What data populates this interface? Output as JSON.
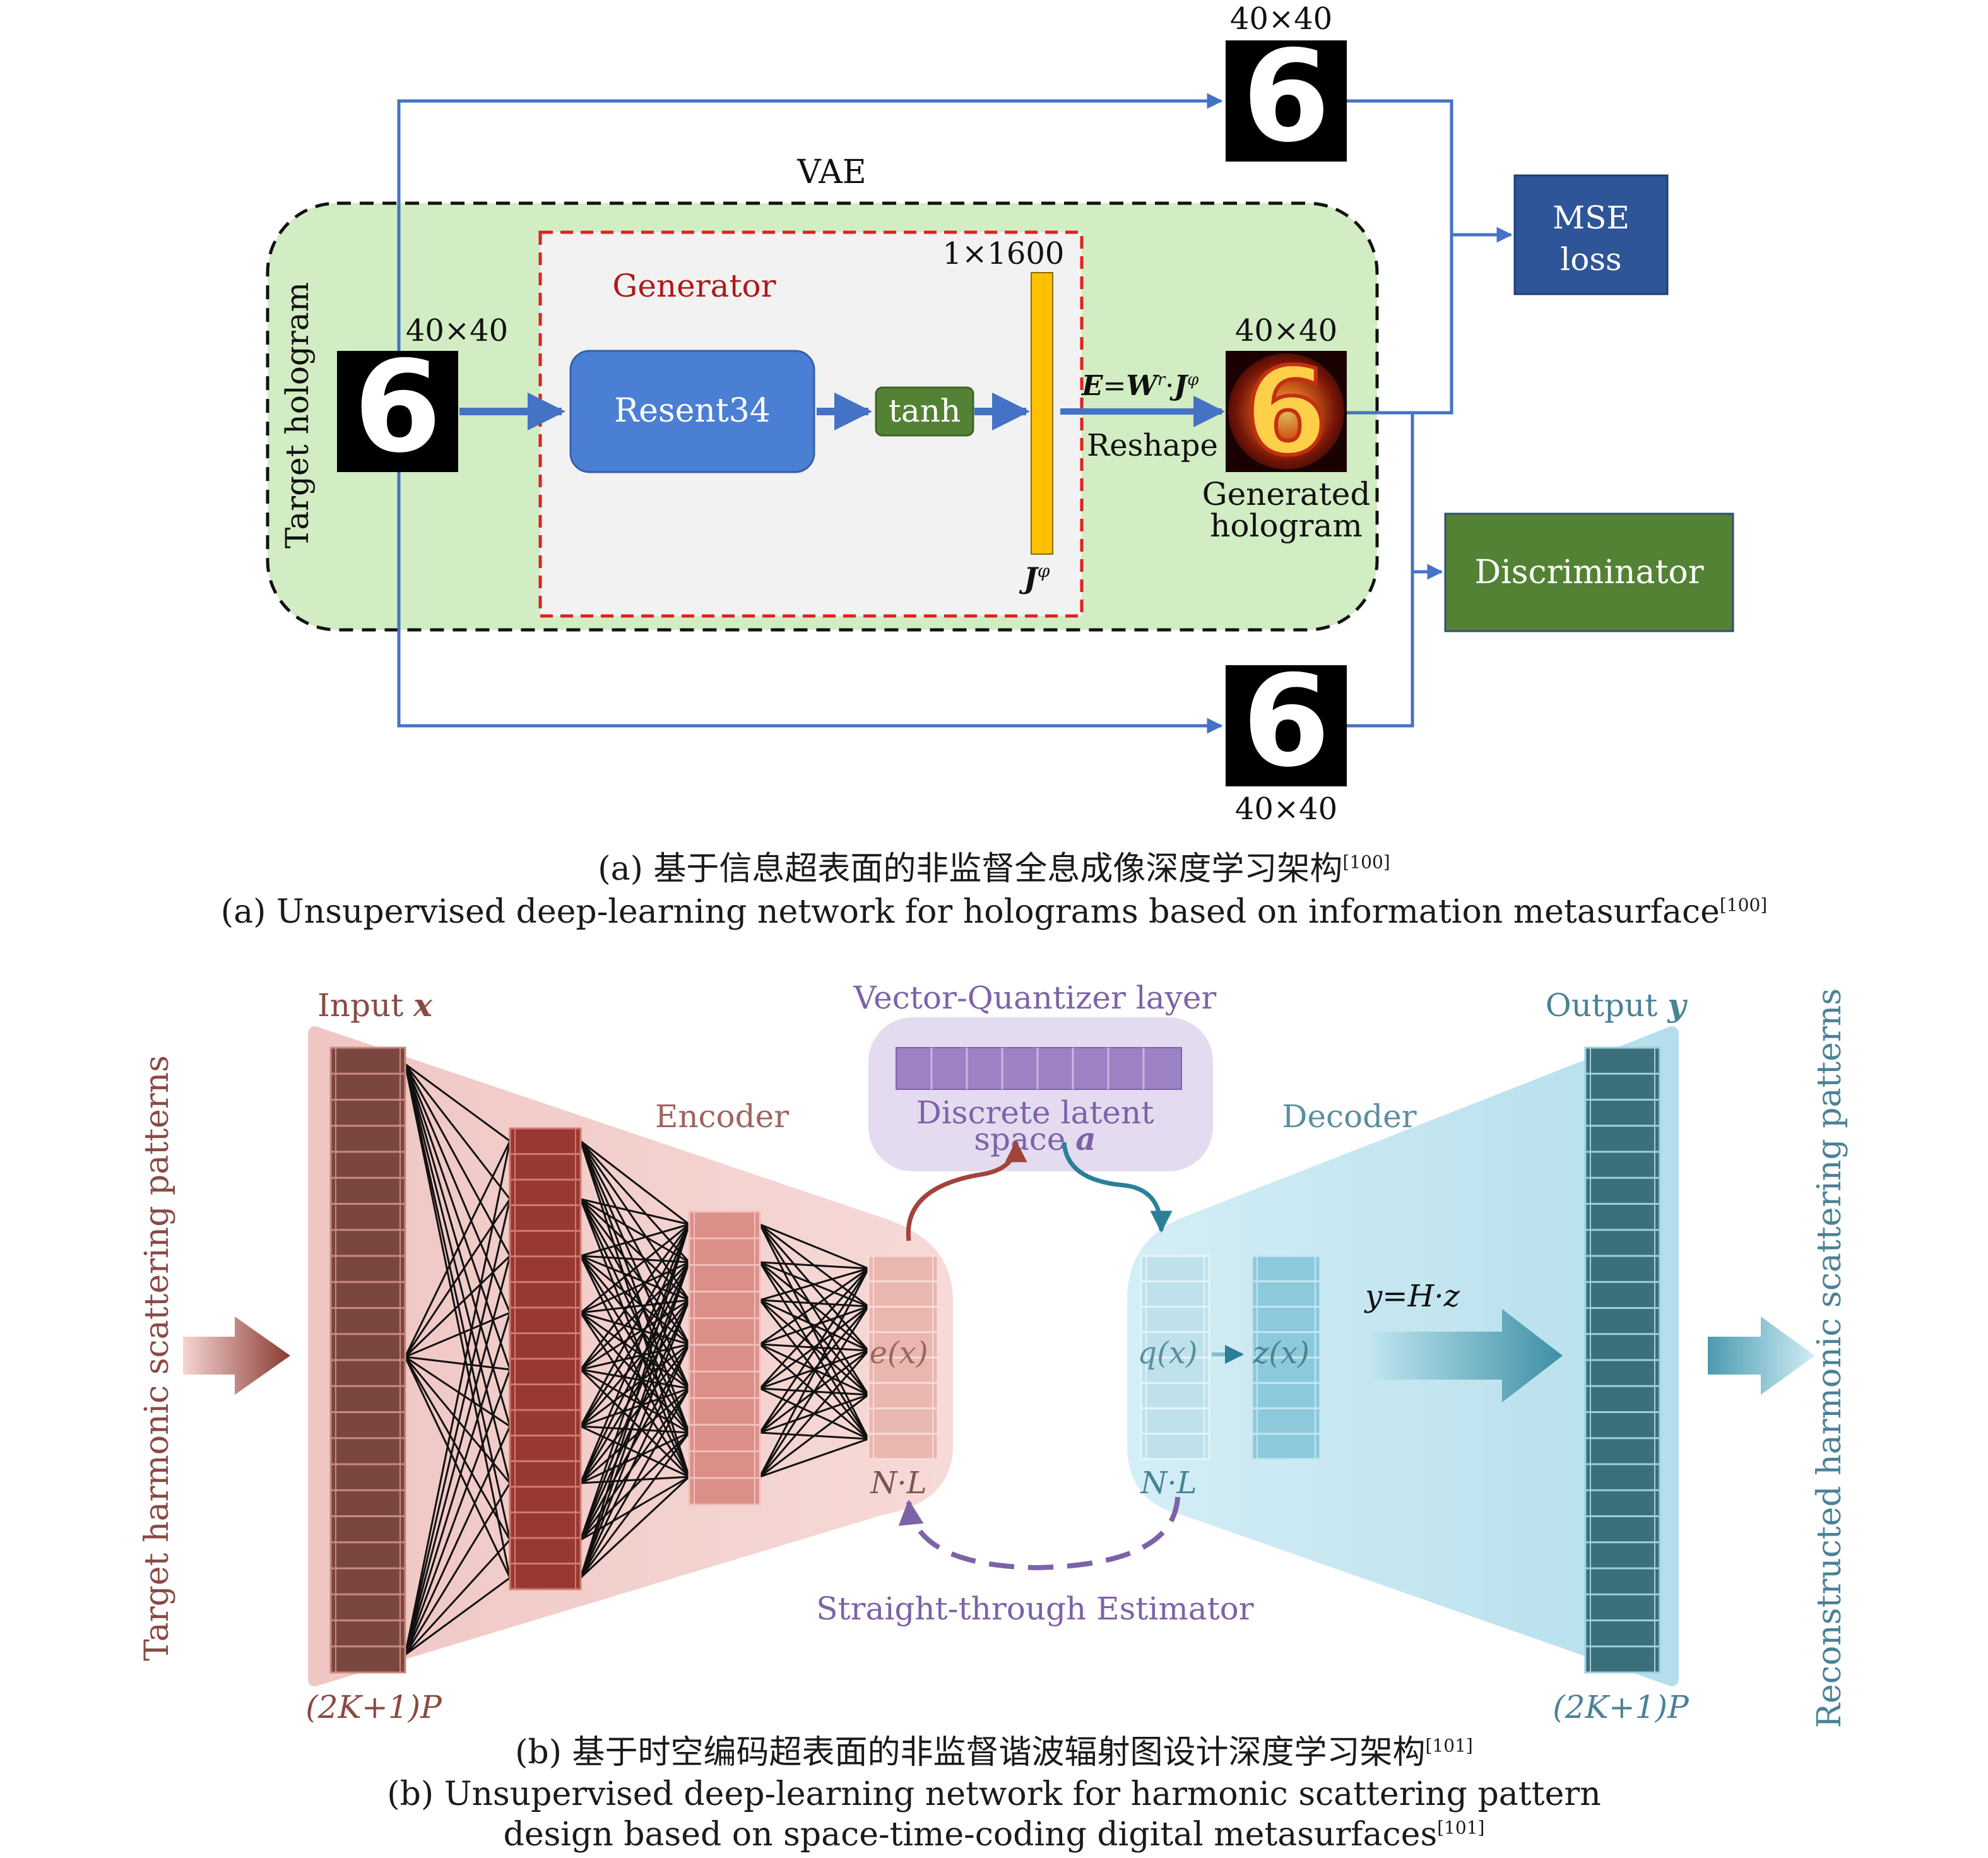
{
  "panel_a": {
    "vae_label": "VAE",
    "target_hologram_label": "Target hologram",
    "generator_label": "Generator",
    "resnet_label": "Resent34",
    "tanh_label": "tanh",
    "vector_dim_label": "1×1600",
    "vector_symbol": "J",
    "vector_superscript": "φ",
    "equation": {
      "E": "E",
      "eq": "=",
      "W": "W",
      "W_sup": "r",
      "dot": "·",
      "J": "J",
      "J_sup": "φ"
    },
    "reshape_label": "Reshape",
    "generated_label_1": "Generated",
    "generated_label_2": "hologram",
    "size_input": "40×40",
    "size_top": "40×40",
    "size_generated": "40×40",
    "size_bottom": "40×40",
    "digit": "6",
    "mse_line1": "MSE",
    "mse_line2": "loss",
    "discriminator_label": "Discriminator",
    "caption_cn": "(a) 基于信息超表面的非监督全息成像深度学习架构",
    "caption_cn_ref": "[100]",
    "caption_en": "(a) Unsupervised deep-learning network for holograms based on information metasurface",
    "caption_en_ref": "[100]"
  },
  "panel_b": {
    "input_label": "Input",
    "input_symbol": "x",
    "encoder_label": "Encoder",
    "decoder_label": "Decoder",
    "vq_label": "Vector-Quantizer layer",
    "latent_line1": "Discrete latent",
    "latent_line2": "space",
    "latent_symbol": "a",
    "ex_label": "e(x)",
    "qx_label": "q(x)",
    "zx_label": "z(x)",
    "nl_left": "N·L",
    "nl_right": "N·L",
    "equation": "y=H·z",
    "output_label": "Output",
    "output_symbol": "y",
    "bottom_left_label": "(2K+1)P",
    "bottom_right_label": "(2K+1)P",
    "ste_label": "Straight-through Estimator",
    "left_side_label": "Target harmonic scattering patterns",
    "right_side_label": "Reconstructed harmonic scattering patterns",
    "caption_cn": "(b) 基于时空编码超表面的非监督谐波辐射图设计深度学习架构",
    "caption_cn_ref": "[101]",
    "caption_en_1": "(b) Unsupervised deep-learning network for harmonic scattering pattern",
    "caption_en_2": "design based on space-time-coding digital metasurfaces",
    "caption_en_ref": "[101]"
  },
  "colors": {
    "flow_blue": "#4472c4",
    "mse_box": "#2e5597",
    "discriminator_box": "#548235",
    "resnet_box": "#4a7fd4",
    "tanh_box": "#548235",
    "vector_yellow": "#ffc000",
    "vae_fill": "#d2ecc3",
    "generator_border": "#e02020",
    "encoder_fill": "#f1c9c5",
    "decoder_fill": "#bfe3ef",
    "vq_fill": "#e4dbf0"
  }
}
